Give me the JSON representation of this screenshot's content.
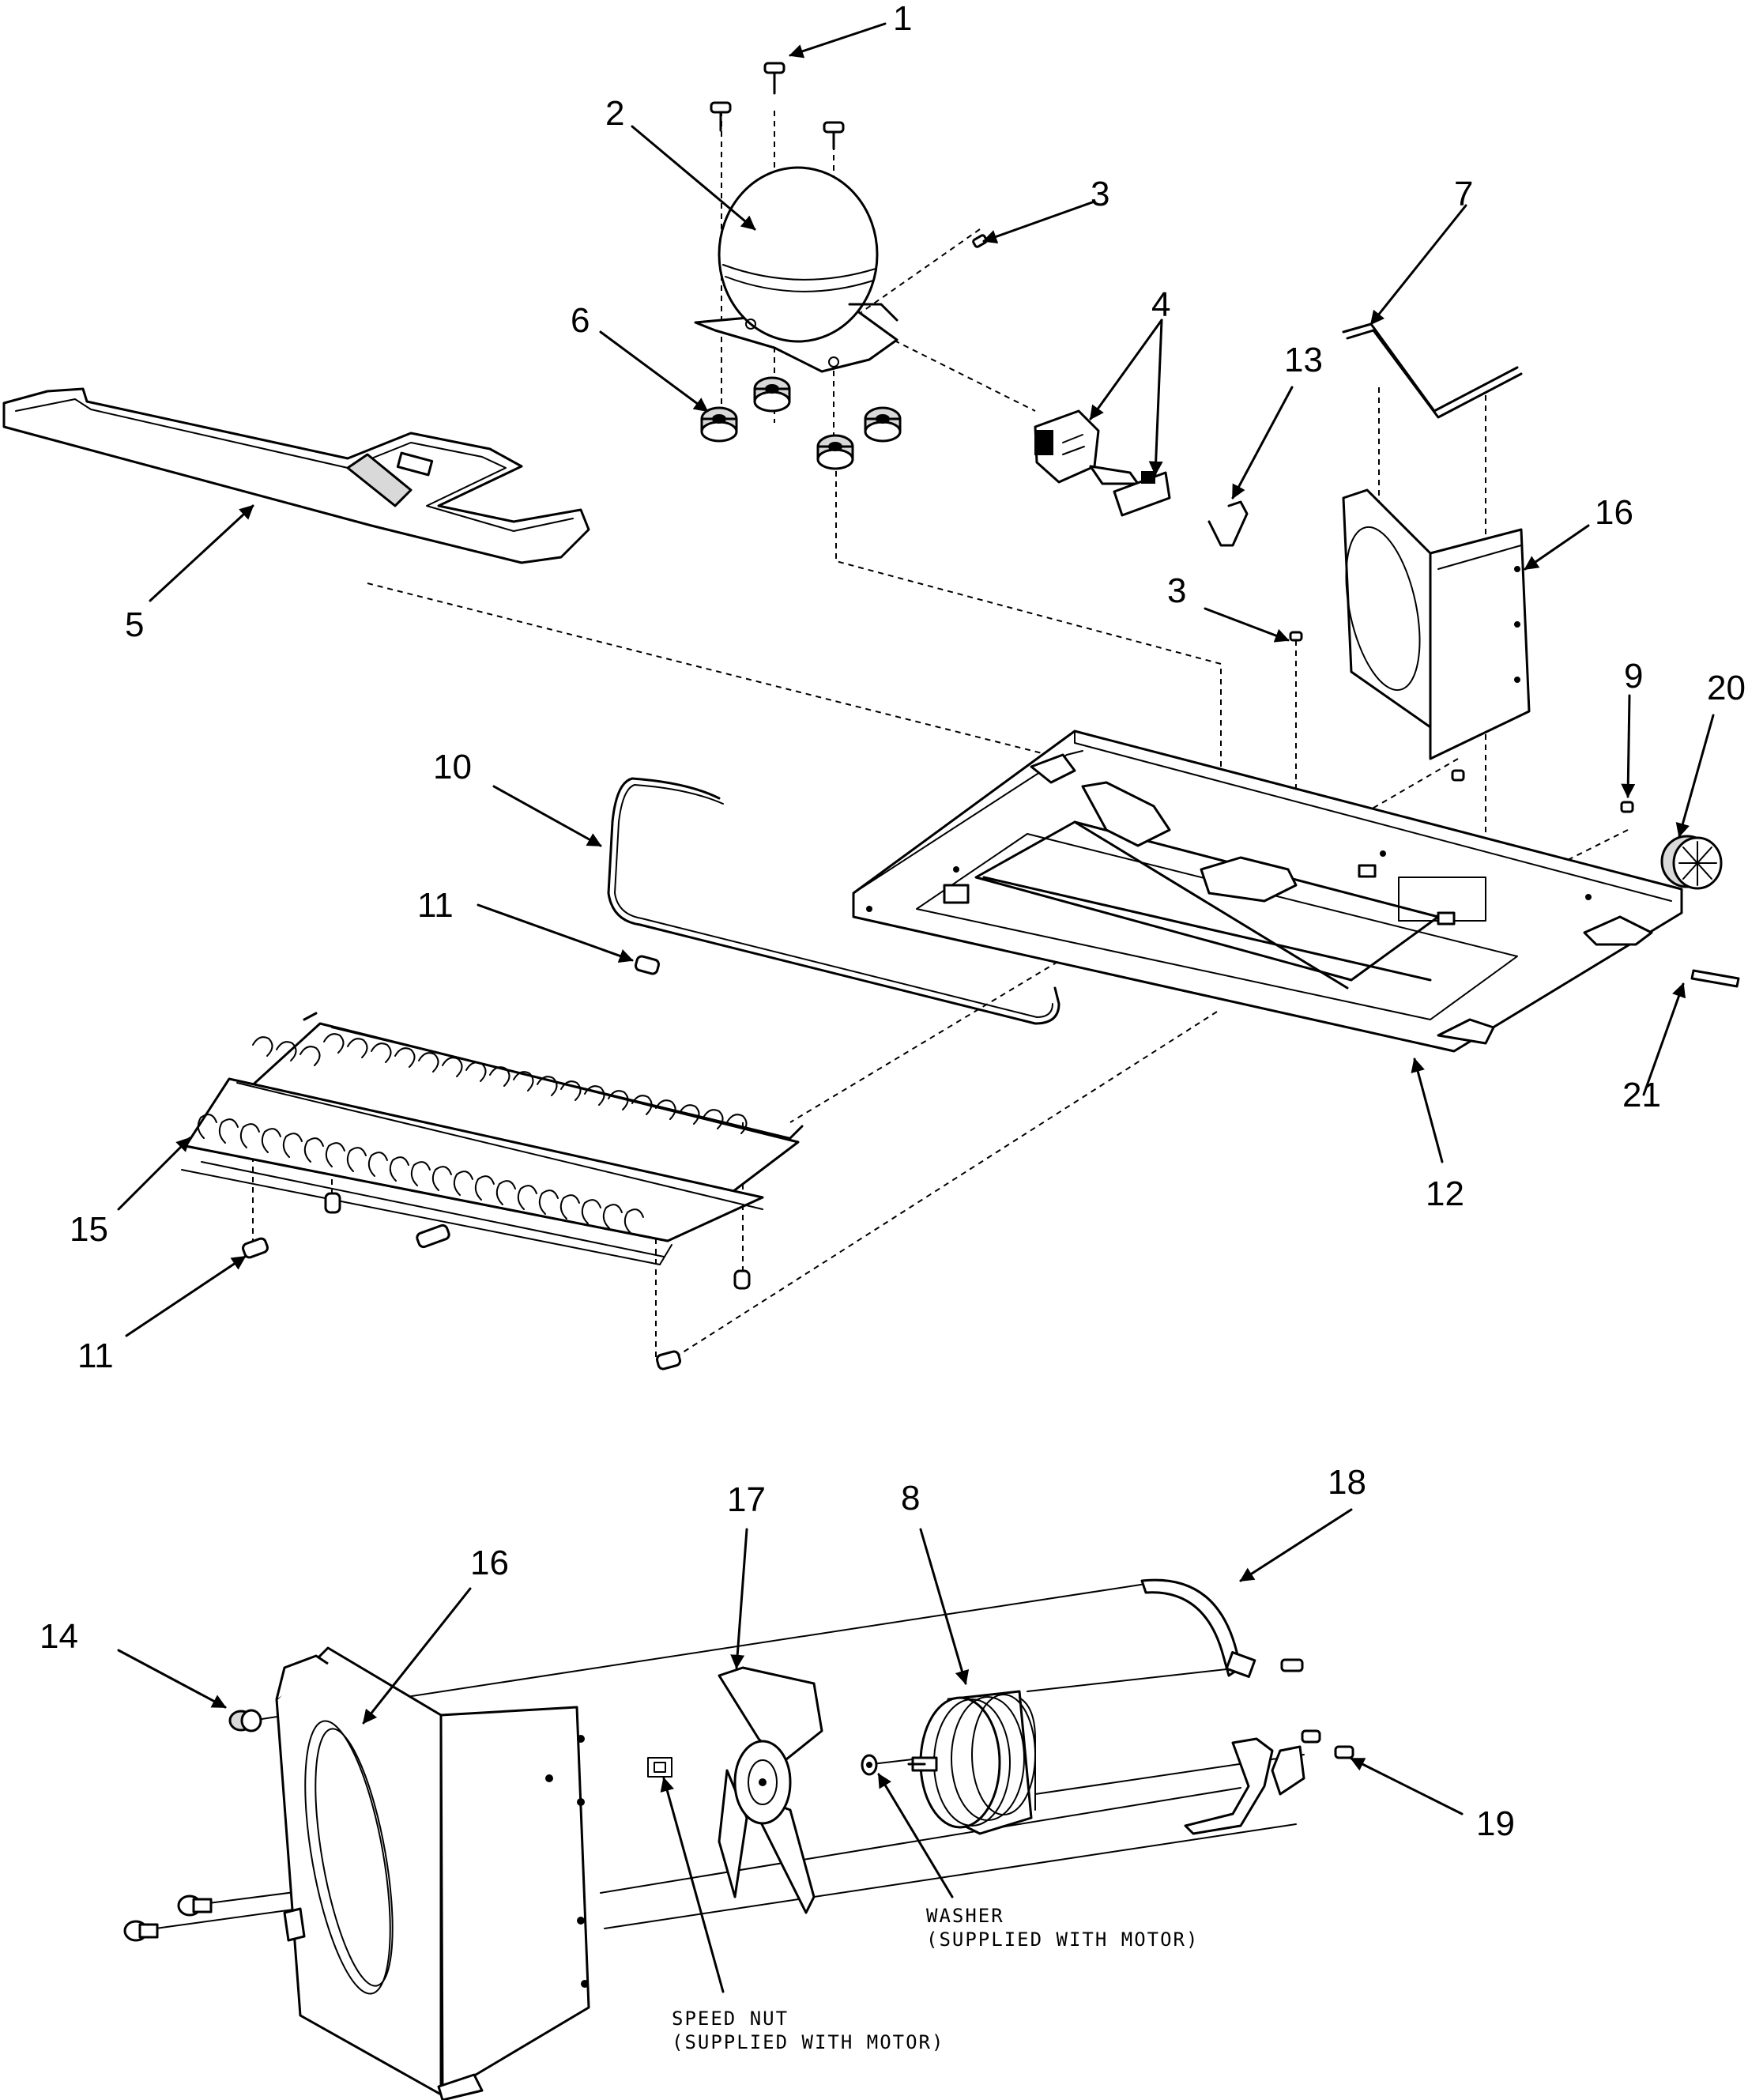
{
  "callouts": {
    "c1": "1",
    "c2": "2",
    "c3a": "3",
    "c3b": "3",
    "c4": "4",
    "c5": "5",
    "c6": "6",
    "c7": "7",
    "c8": "8",
    "c9": "9",
    "c10": "10",
    "c11a": "11",
    "c11b": "11",
    "c12": "12",
    "c13": "13",
    "c14": "14",
    "c15": "15",
    "c16a": "16",
    "c16b": "16",
    "c17": "17",
    "c18": "18",
    "c19": "19",
    "c20": "20",
    "c21": "21"
  },
  "notes": {
    "washer_line1": "WASHER",
    "washer_line2": "(SUPPLIED WITH MOTOR)",
    "speednut_line1": "SPEED NUT",
    "speednut_line2": "(SUPPLIED WITH MOTOR)"
  }
}
